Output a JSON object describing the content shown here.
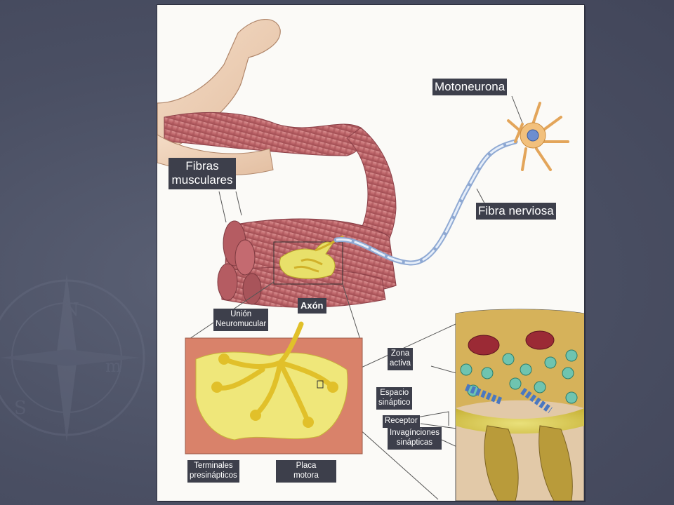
{
  "labels": {
    "motoneurona": "Motoneurona",
    "fibras_musculares": [
      "Fibras",
      "musculares"
    ],
    "fibra_nerviosa": "Fibra nerviosa",
    "axon": "Axón",
    "union_neuromuscular": [
      "Unión",
      "Neuromucular"
    ],
    "zona_activa": [
      "Zona",
      "activa"
    ],
    "espacio_sinaptico": [
      "Espacio",
      "sináptico"
    ],
    "receptor": "Receptor",
    "invaginaciones": [
      "Invagínciones",
      "sinápticas"
    ],
    "terminales": [
      "Terminales",
      "presinápticos"
    ],
    "placa_motora": [
      "Placa",
      "motora"
    ]
  },
  "colors": {
    "slide_background": "#4a4f63",
    "label_background": "#3d3f4b",
    "label_text": "#ffffff",
    "muscle": "#c9777a",
    "nerve_terminal": "#e8c631"
  },
  "icons": [
    "compass-rose-watermark"
  ]
}
